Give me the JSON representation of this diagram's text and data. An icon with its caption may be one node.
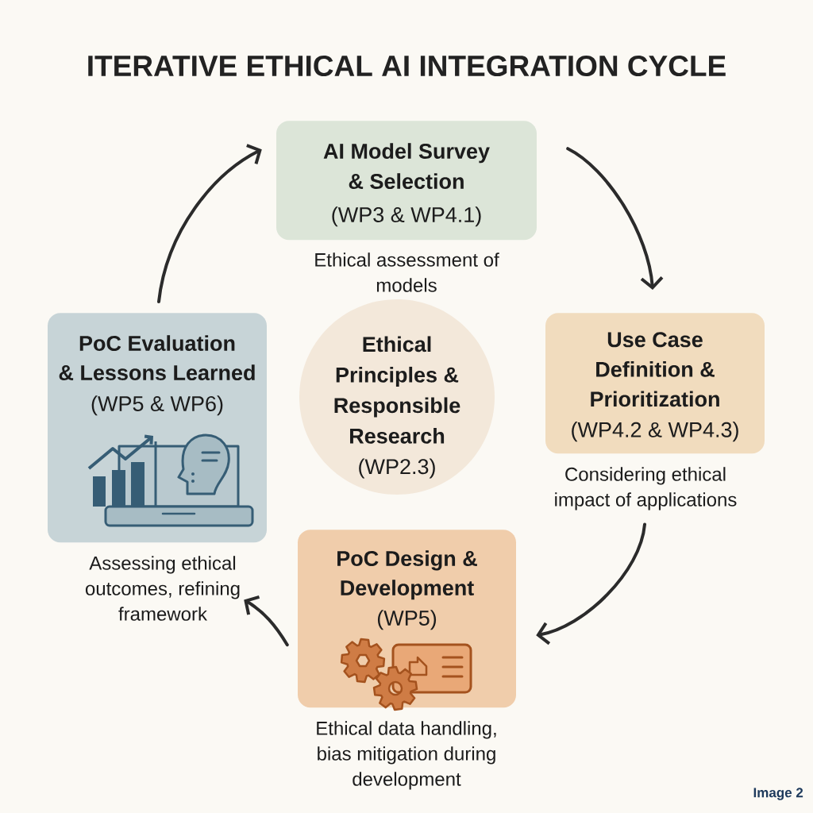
{
  "diagram": {
    "title": "ITERATIVE ETHICAL AI INTEGRATION CYCLE",
    "nodes": [
      {
        "text": [
          "AI Model Survey & Selection",
          "(WP3 & WP4.1)"
        ],
        "beside": [
          "Ethical assessment of models"
        ]
      },
      {
        "text": [
          "Use Case Definition & Prioritization",
          "(WP4.2 & WP4.3)"
        ],
        "beside": [
          "Considering ethical impact of applications"
        ]
      },
      {
        "text": [
          "PoC Design & Development",
          "(WP5)"
        ],
        "beside": [
          "Ethical data handling, bias mitigation during development"
        ]
      },
      {
        "text": [
          "PoC Evaluation & Lessons Learned",
          "(WP5 & WP6)"
        ],
        "beside": [
          "Assessing ethical outcomes, refining framework"
        ]
      },
      {
        "text": [
          "Ethical Principles & Responsible Research",
          "(WP2.3)"
        ]
      }
    ],
    "edges": [
      {
        "from": 0,
        "to": 1,
        "arrow": "to"
      },
      {
        "from": 1,
        "to": 2,
        "arrow": "to"
      },
      {
        "from": 2,
        "to": 3,
        "arrow": "to"
      },
      {
        "from": 3,
        "to": 0,
        "arrow": "to"
      }
    ],
    "labels": [
      "Image 2"
    ]
  }
}
